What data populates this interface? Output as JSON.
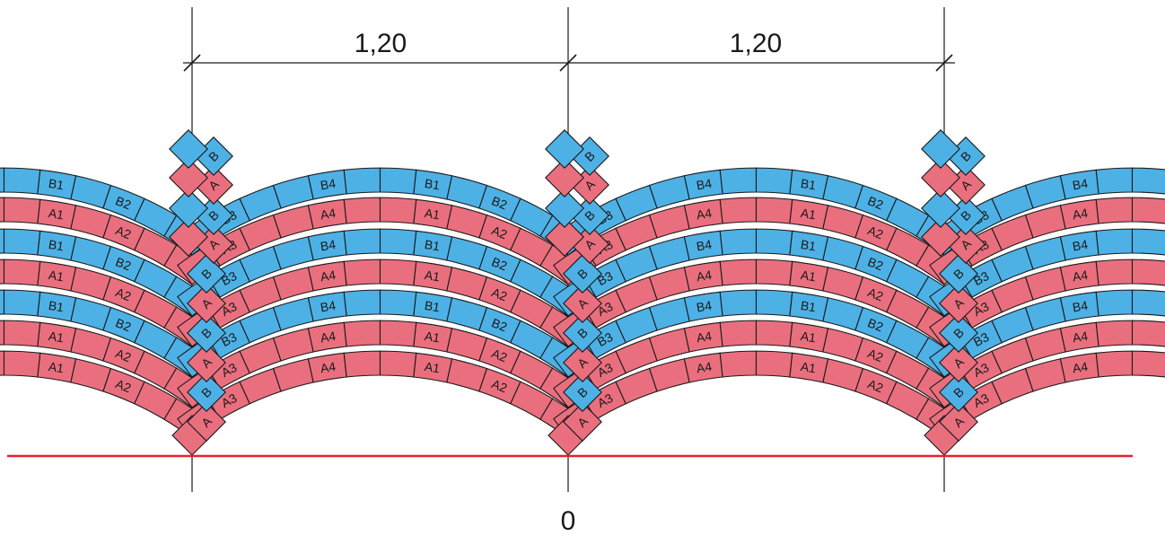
{
  "dimensions": {
    "left_label": "1,20",
    "right_label": "1,20"
  },
  "axis": {
    "zero_label": "0"
  },
  "colors": {
    "blue": "#4db1e6",
    "red": "#ea6f7e",
    "baseline": "#e8202e",
    "line": "#1a1a1a"
  },
  "block_labels": {
    "center": "A",
    "center_blue": "B",
    "cap_blue": "B",
    "cap_red": "A",
    "band_blue_outer": "B3",
    "band_blue_mid": "B4",
    "band_blue_inner": "B1",
    "band_blue_right": "B2",
    "band_red_outer": "A3",
    "band_red_mid": "A4",
    "band_red_inner": "A1",
    "band_red_right": "A2"
  }
}
